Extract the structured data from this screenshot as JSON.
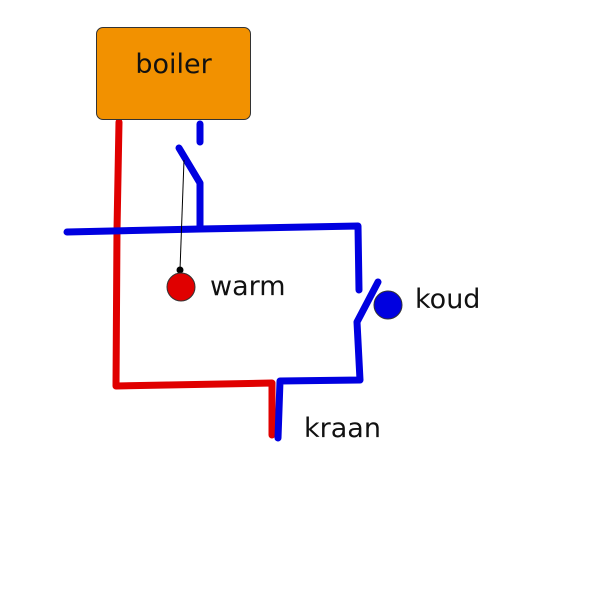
{
  "labels": {
    "boiler": "boiler",
    "warm": "warm",
    "koud": "koud",
    "kraan": "kraan"
  },
  "colors": {
    "hot": "#e00000",
    "cold": "#0000e0",
    "boiler": "#f29100"
  }
}
